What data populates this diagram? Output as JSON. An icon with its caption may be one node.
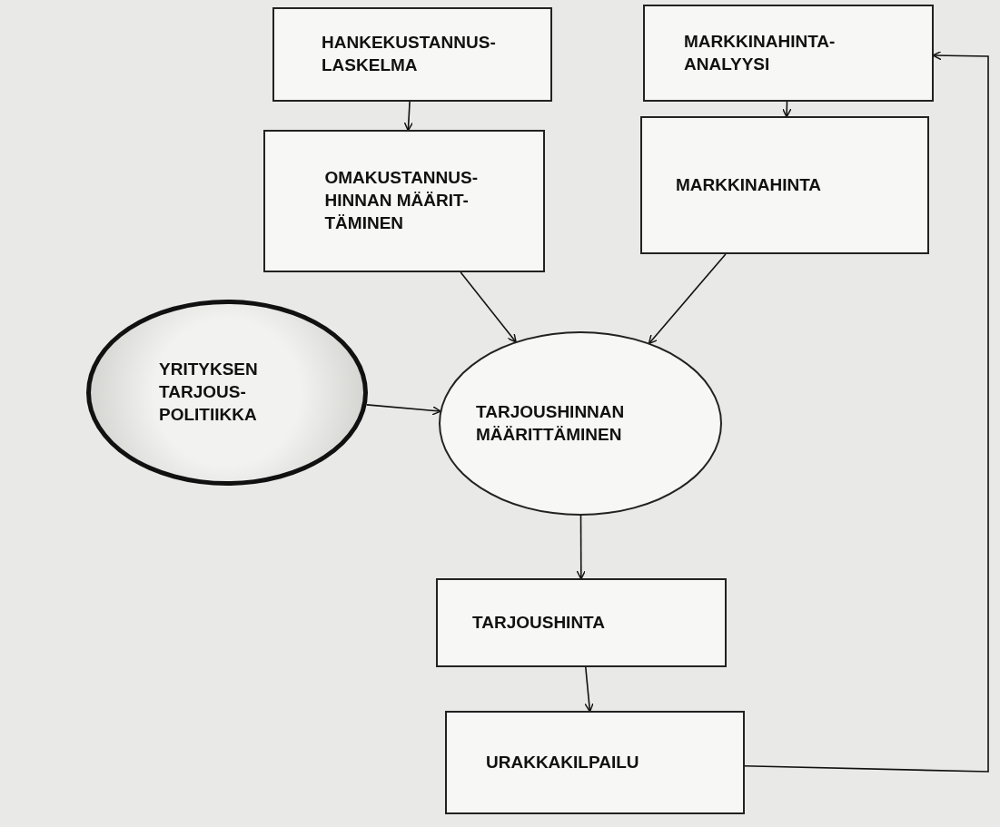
{
  "diagram": {
    "nodes": [
      {
        "text": [
          "HANKEKUSTANNUS-LASKELMA"
        ]
      },
      {
        "text": [
          "MARKKINAHINTA-ANALYYSI"
        ]
      },
      {
        "text": [
          "OMAKUSTANNUS-HINNAN MÄÄRIT-TÄMINEN"
        ]
      },
      {
        "text": [
          "MARKKINAHINTA"
        ]
      },
      {
        "text": [
          "YRITYKSEN TARJOUS-POLITIIKKA"
        ]
      },
      {
        "text": [
          "TARJOUSHINNAN MÄÄRITTÄMINEN"
        ]
      },
      {
        "text": [
          "TARJOUSHINTA"
        ]
      },
      {
        "text": [
          "URAKKAKILPAILU"
        ]
      }
    ],
    "edges": [
      {
        "from": 0,
        "to": 2,
        "arrow": "to"
      },
      {
        "from": 1,
        "to": 3,
        "arrow": "to"
      },
      {
        "from": 2,
        "to": 5,
        "arrow": "to"
      },
      {
        "from": 3,
        "to": 5,
        "arrow": "to"
      },
      {
        "from": 4,
        "to": 5,
        "arrow": "to"
      },
      {
        "from": 5,
        "to": 6,
        "arrow": "to"
      },
      {
        "from": 6,
        "to": 7,
        "arrow": "to"
      },
      {
        "from": 7,
        "to": 1,
        "arrow": "to"
      }
    ]
  }
}
